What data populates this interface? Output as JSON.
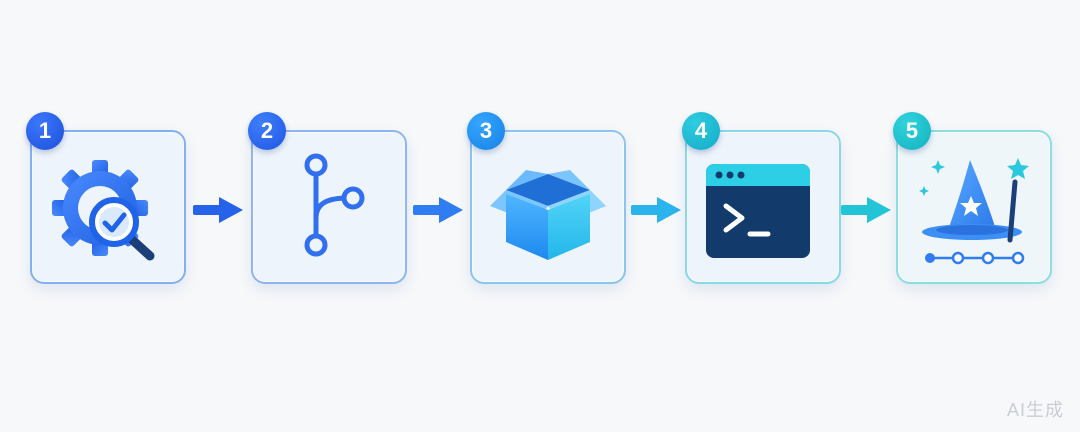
{
  "steps": [
    {
      "number": "1",
      "icon": "gear-magnifier-check-icon"
    },
    {
      "number": "2",
      "icon": "git-branch-icon"
    },
    {
      "number": "3",
      "icon": "open-box-icon"
    },
    {
      "number": "4",
      "icon": "terminal-window-icon"
    },
    {
      "number": "5",
      "icon": "wizard-hat-wand-icon"
    }
  ],
  "arrows": [
    "arrow-right-icon",
    "arrow-right-icon",
    "arrow-right-icon",
    "arrow-right-icon"
  ],
  "watermark": "AI生成",
  "colors": {
    "background": "#f6f8fa",
    "blue_dark": "#1d4fd8",
    "blue": "#2f7bff",
    "sky": "#35a6ff",
    "cyan": "#1fc3d6",
    "navy": "#123a6b"
  }
}
